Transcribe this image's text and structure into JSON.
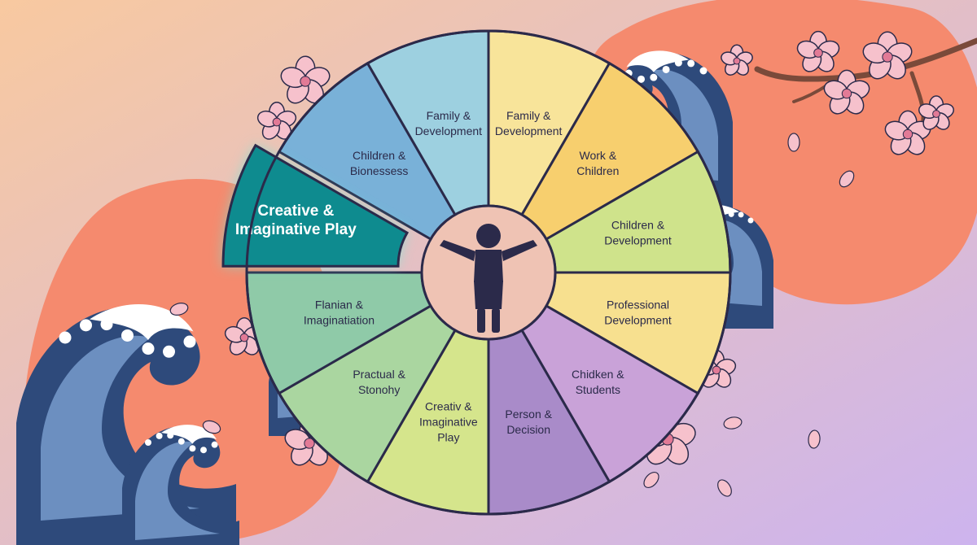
{
  "wheel": {
    "segments": [
      {
        "lines": [
          "Family &",
          "Development"
        ],
        "color": "#f8e49a"
      },
      {
        "lines": [
          "Work &",
          "Children"
        ],
        "color": "#f7cf6e"
      },
      {
        "lines": [
          "Children &",
          "Development"
        ],
        "color": "#cfe38b"
      },
      {
        "lines": [
          "Professional",
          "Development"
        ],
        "color": "#f7e08f"
      },
      {
        "lines": [
          "Chidken &",
          "Students"
        ],
        "color": "#c9a2d8"
      },
      {
        "lines": [
          "Person &",
          "Decision"
        ],
        "color": "#a98bc9"
      },
      {
        "lines": [
          "Creativ &",
          "Imaginative",
          "Play"
        ],
        "color": "#d5e58c"
      },
      {
        "lines": [
          "Practual &",
          "Stonohy"
        ],
        "color": "#aad6a0"
      },
      {
        "lines": [
          "Flanian &",
          "Imaginatiation"
        ],
        "color": "#8fcaa8"
      },
      {
        "lines": [
          "Creative &",
          "Imaginative Play"
        ],
        "color": "#0e8b8f",
        "highlighted": true
      },
      {
        "lines": [
          "Children &",
          "Bionessess"
        ],
        "color": "#79b1d8"
      },
      {
        "lines": [
          "Family &",
          "Development"
        ],
        "color": "#9dd0e0"
      }
    ],
    "outline_color": "#2b2a4a",
    "hub_color": "#efc3b4",
    "figure_color": "#2b2a4a"
  },
  "background": {
    "gradient_start": "#f8c9a0",
    "gradient_end": "#cdb4ee",
    "blob_color": "#f58a6e",
    "wave_dark": "#2e4a7b",
    "wave_mid": "#6c8fc0",
    "wave_foam": "#ffffff",
    "blossom_color": "#f6c1cc",
    "branch_color": "#7a4a3a",
    "highlight_glow": "#5ff0e0"
  }
}
